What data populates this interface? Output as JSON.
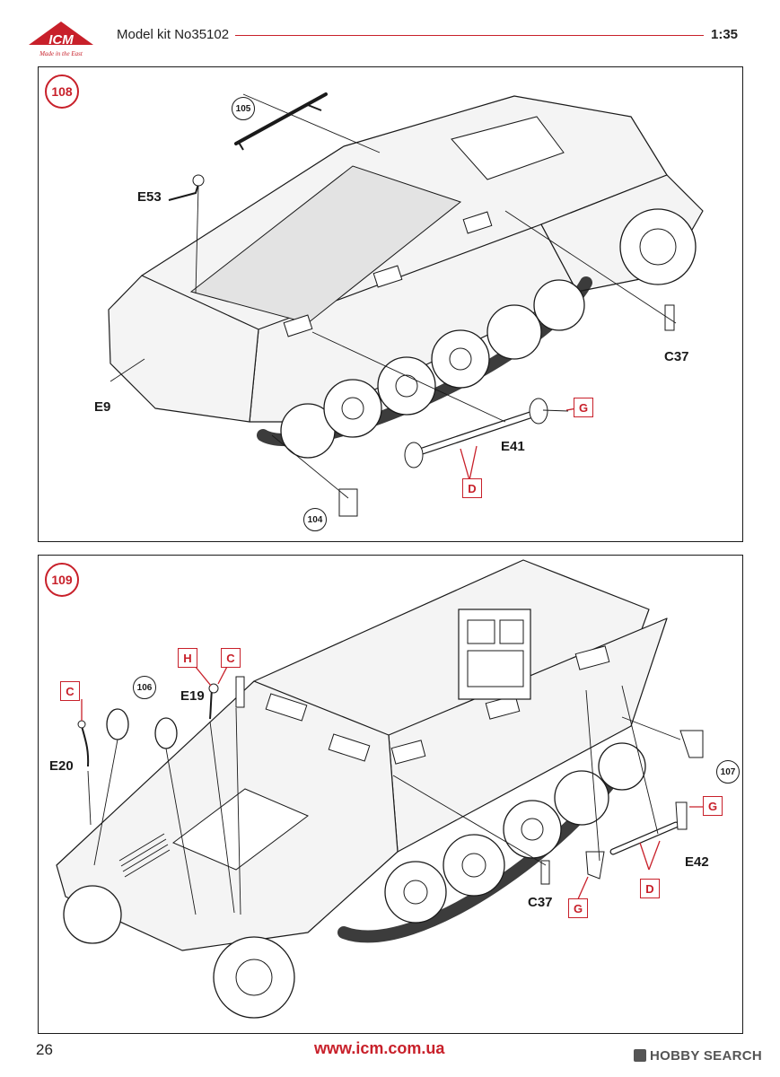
{
  "header": {
    "logo_text": "ICM",
    "logo_tagline": "Made in the East",
    "kit_title": "Model kit No35102",
    "scale": "1:35"
  },
  "steps": [
    {
      "number": "108",
      "refs": [
        "105",
        "104"
      ],
      "parts": [
        "E53",
        "E9",
        "C37",
        "E41"
      ],
      "colors": [
        "G",
        "D"
      ]
    },
    {
      "number": "109",
      "refs": [
        "106",
        "107"
      ],
      "parts": [
        "E19",
        "E20",
        "C37",
        "E42"
      ],
      "colors": [
        "C",
        "H",
        "C",
        "G",
        "D",
        "G"
      ]
    }
  ],
  "footer": {
    "page_number": "26",
    "url": "www.icm.com.ua",
    "watermark": "HOBBY SEARCH"
  },
  "colors": {
    "accent_red": "#c8202a",
    "line": "#1a1a1a"
  }
}
